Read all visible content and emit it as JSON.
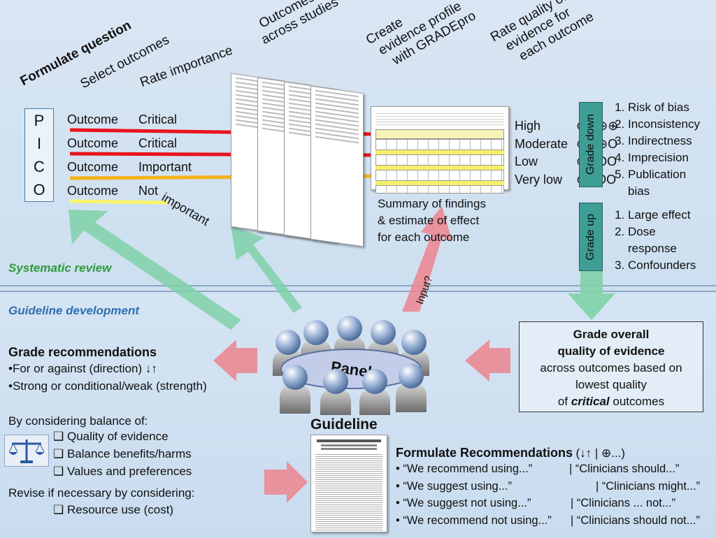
{
  "sections": {
    "systematic_review": "Systematic review",
    "guideline_development": "Guideline development"
  },
  "steps": {
    "formulate": "Formulate  question",
    "select": "Select  outcomes",
    "rate": "Rate  importance",
    "outcomes_across_1": "Outcomes",
    "outcomes_across_2": "across studies",
    "create_1": "Create",
    "create_2": "evidence profile",
    "create_3": "with GRADEpro",
    "ratequal_1": "Rate quality of",
    "ratequal_2": "evidence for",
    "ratequal_3": "each outcome"
  },
  "pico": [
    "P",
    "I",
    "C",
    "O"
  ],
  "outcomes": [
    {
      "label": "Outcome",
      "importance": "Critical",
      "color": "#e8141b"
    },
    {
      "label": "Outcome",
      "importance": "Critical",
      "color": "#e8141b"
    },
    {
      "label": "Outcome",
      "importance": "Important",
      "color": "#f5b21a"
    },
    {
      "label": "Outcome",
      "importance": "Not",
      "importance_2": "important",
      "color": "#fbf56a"
    }
  ],
  "summary": {
    "line1": "Summary of findings",
    "line2": "& estimate of effect",
    "line3": "for each outcome"
  },
  "input_label": "Input?",
  "quality_levels": [
    {
      "label": "High",
      "symbols": "⊕⊕⊕⊕"
    },
    {
      "label": "Moderate",
      "symbols": "⊕⊕⊕O"
    },
    {
      "label": "Low",
      "symbols": "⊕⊕OO"
    },
    {
      "label": "Very low",
      "symbols": "⊕OOO"
    }
  ],
  "grade_down": {
    "label": "Grade  down",
    "items": [
      "Risk of bias",
      "Inconsistency",
      "Indirectness",
      "Imprecision",
      "Publication bias"
    ]
  },
  "grade_up": {
    "label": "Grade  up",
    "items": [
      "Large effect",
      "Dose response",
      "Confounders"
    ]
  },
  "panel_label": "Panel",
  "overall": {
    "line1": "Grade overall",
    "line2": "quality  of  evidence",
    "line3": "across outcomes based on",
    "line4": "lowest quality",
    "line5_pre": "of ",
    "line5_em": "critical",
    "line5_post": " outcomes"
  },
  "grade_recs": {
    "title": "Grade  recommendations",
    "item1": "•For or against (direction) ↓↑",
    "item2": "•Strong or conditional/weak (strength)",
    "balance_title": "By considering balance of:",
    "balance_items": [
      "Quality of evidence",
      "Balance benefits/harms",
      "Values and preferences"
    ],
    "revise": "Revise if necessary by considering:",
    "revise_items": [
      "Resource use (cost)"
    ]
  },
  "guideline_label": "Guideline",
  "formulate_recs": {
    "title": "Formulate Recommendations",
    "title_suffix": "(↓↑ | ⊕...)",
    "rows": [
      {
        "left": "• “We recommend using...”",
        "right": "| “Clinicians should...”"
      },
      {
        "left": "• “We suggest using...”",
        "right": "| “Clinicians might...”"
      },
      {
        "left": "• “We suggest not using...”",
        "right": "| “Clinicians ... not...”"
      },
      {
        "left": "• “We recommend not using...”",
        "right": "| “Clinicians should not...”"
      }
    ]
  },
  "colors": {
    "critical": "#e8141b",
    "important": "#f5b21a",
    "not_important": "#fbf56a",
    "green_arrow": "#7fd1a8",
    "pink_arrow": "#ea8a94",
    "grade_box": "#3e9e95",
    "section_green": "#2f9a3a",
    "section_blue": "#2f6fb0"
  }
}
